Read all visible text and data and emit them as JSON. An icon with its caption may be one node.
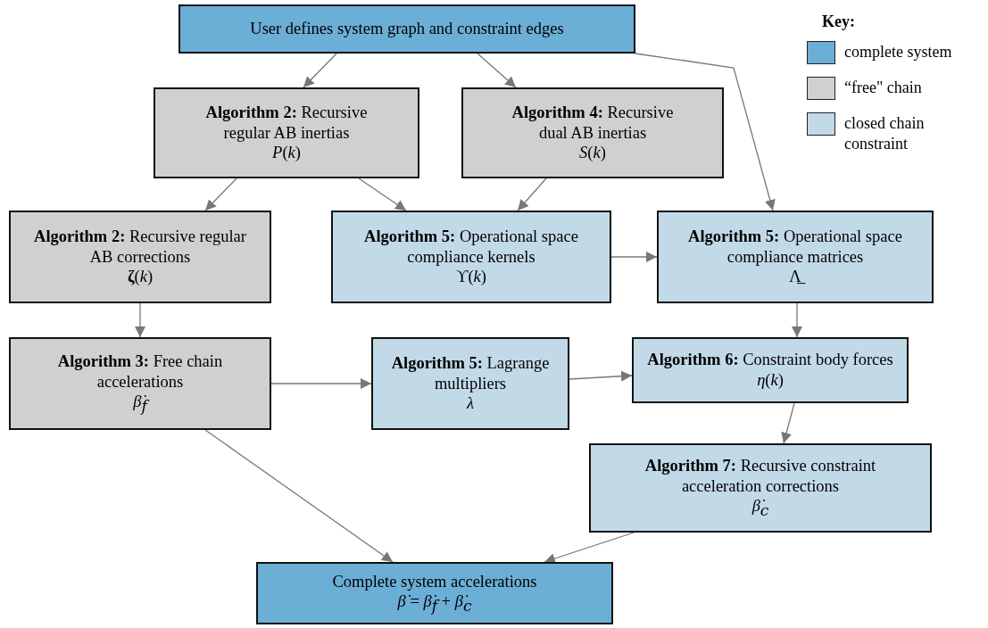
{
  "diagram": {
    "nodes": [
      {
        "text": [
          "User defines system graph and constraint edges"
        ]
      },
      {
        "text": [
          "**Algorithm 2:** Recursive regular AB inertias",
          "*P*(*k*)"
        ]
      },
      {
        "text": [
          "**Algorithm 4:** Recursive dual AB inertias",
          "*S*(*k*)"
        ]
      },
      {
        "text": [
          "**Algorithm 2:** Recursive regular AB corrections",
          "**ζ**(*k*)"
        ]
      },
      {
        "text": [
          "**Algorithm 5:** Operational space compliance kernels",
          "ϒ(*k*)"
        ]
      },
      {
        "text": [
          "**Algorithm 5:** Operational space compliance matrices",
          "Λ̲"
        ]
      },
      {
        "text": [
          "**Algorithm 3:** Free chain accelerations",
          "*β̇*$_{f}$"
        ]
      },
      {
        "text": [
          "**Algorithm 5:** Lagrange multipliers",
          "*λ*"
        ]
      },
      {
        "text": [
          "**Algorithm 6:** Constraint body forces",
          "*η*(*k*)"
        ]
      },
      {
        "text": [
          "**Algorithm 7:** Recursive constraint acceleration corrections",
          "*β̇*$_{c}$"
        ]
      },
      {
        "text": [
          "Complete system accelerations",
          "*β̇* = *β̇*$_{f}$ + *β̇*$_{c}$"
        ]
      }
    ],
    "edges": [
      {
        "from": 0,
        "to": 1,
        "arrow": "to"
      },
      {
        "from": 0,
        "to": 2,
        "arrow": "to"
      },
      {
        "from": 0,
        "to": 5,
        "arrow": "to"
      },
      {
        "from": 1,
        "to": 3,
        "arrow": "to"
      },
      {
        "from": 1,
        "to": 4,
        "arrow": "to"
      },
      {
        "from": 2,
        "to": 4,
        "arrow": "to"
      },
      {
        "from": 4,
        "to": 5,
        "arrow": "to"
      },
      {
        "from": 3,
        "to": 6,
        "arrow": "to"
      },
      {
        "from": 5,
        "to": 8,
        "arrow": "to"
      },
      {
        "from": 6,
        "to": 7,
        "arrow": "to"
      },
      {
        "from": 7,
        "to": 8,
        "arrow": "to"
      },
      {
        "from": 8,
        "to": 9,
        "arrow": "to"
      },
      {
        "from": 6,
        "to": 10,
        "arrow": "to"
      },
      {
        "from": 9,
        "to": 10,
        "arrow": "to"
      }
    ],
    "labels": [
      "Key:"
    ],
    "legend": [
      {
        "text": "complete system",
        "color": "#6baed6"
      },
      {
        "text": "“free\" chain",
        "color": "#d0d0d0"
      },
      {
        "text": "closed chain constraint",
        "color": "#c2d9e8"
      }
    ]
  }
}
